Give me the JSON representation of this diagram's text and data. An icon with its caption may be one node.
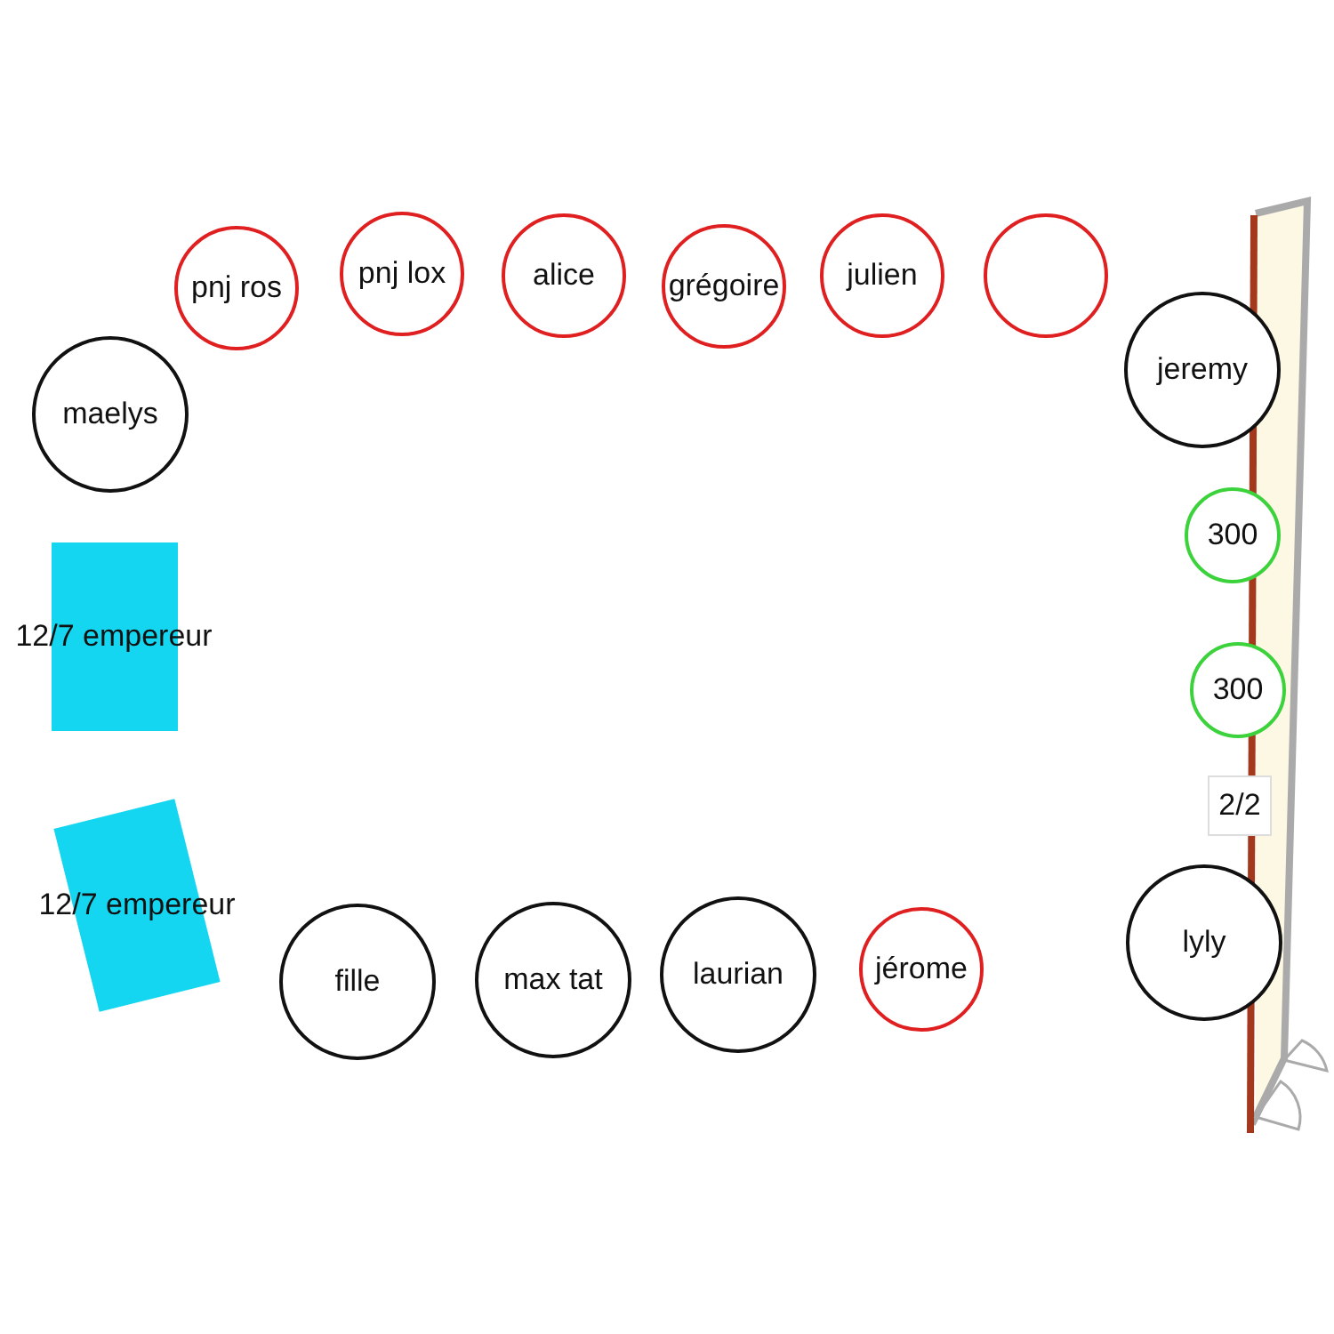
{
  "diagram": {
    "nodes": [
      {
        "text": [
          "pnj ros"
        ]
      },
      {
        "text": [
          "pnj lox"
        ]
      },
      {
        "text": [
          "alice"
        ]
      },
      {
        "text": [
          "grégoire"
        ]
      },
      {
        "text": [
          "julien"
        ]
      },
      {
        "text": [],
        "shape": "circle"
      },
      {
        "text": [
          "jeremy"
        ]
      },
      {
        "text": [
          "maelys"
        ]
      },
      {
        "text": [
          "300"
        ]
      },
      {
        "text": [
          "12/7 empereur"
        ]
      },
      {
        "text": [
          "300"
        ]
      },
      {
        "text": [
          "2/2"
        ]
      },
      {
        "text": [
          "12/7 empereur"
        ]
      },
      {
        "text": [
          "lyly"
        ]
      },
      {
        "text": [
          "fille"
        ]
      },
      {
        "text": [
          "max tat"
        ]
      },
      {
        "text": [
          "laurian"
        ]
      },
      {
        "text": [
          "jérome"
        ]
      }
    ]
  }
}
